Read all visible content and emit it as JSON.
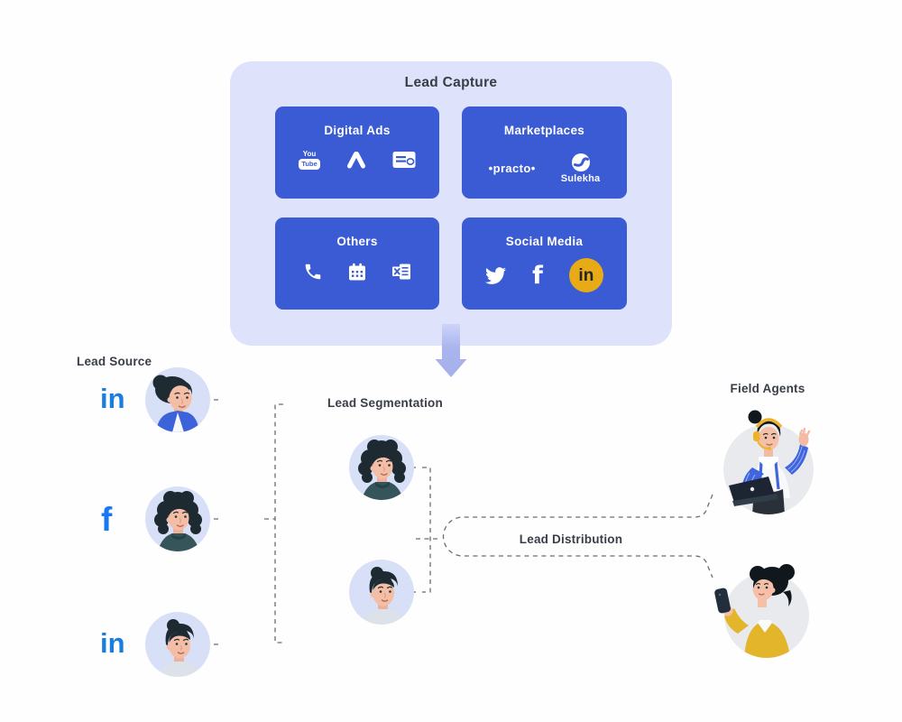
{
  "lead_capture": {
    "title": "Lead Capture",
    "cards": [
      {
        "title": "Digital Ads",
        "icons": [
          "youtube-icon",
          "google-ads-icon",
          "newspaper-ad-icon"
        ],
        "youtube": {
          "you": "You",
          "tube": "Tube"
        }
      },
      {
        "title": "Marketplaces",
        "logos": [
          {
            "name": "practo-logo",
            "label": "•practo•"
          },
          {
            "name": "sulekha-logo",
            "label": "Sulekha"
          }
        ]
      },
      {
        "title": "Others",
        "icons": [
          "phone-icon",
          "calendar-icon",
          "excel-icon"
        ]
      },
      {
        "title": "Social Media",
        "icons": [
          "twitter-icon",
          "facebook-icon",
          "linkedin-icon"
        ],
        "facebook_glyph": "f",
        "linkedin_badge": "in"
      }
    ]
  },
  "lead_source": {
    "title": "Lead Source",
    "items": [
      {
        "platform": "LinkedIn",
        "badge": "in"
      },
      {
        "platform": "Facebook",
        "badge": "f"
      },
      {
        "platform": "LinkedIn",
        "badge": "in"
      }
    ]
  },
  "lead_segmentation": {
    "title": "Lead Segmentation",
    "avatar_count": 2
  },
  "lead_distribution": {
    "title": "Lead Distribution"
  },
  "field_agents": {
    "title": "Field Agents",
    "agent_count": 2
  },
  "colors": {
    "panel_lavender": "#dee2fa",
    "card_blue": "#3a5bd3",
    "arrow_periwinkle": "#aab5ee",
    "linkedin_badge_blue": "#1a7de0",
    "facebook_badge_blue": "#1877f2",
    "linkedin_circle_yellow": "#e9ab15",
    "dashed_line_gray": "#676d76",
    "avatar_circle": "#d8e0f7",
    "agent_circle": "#e9eaee"
  }
}
